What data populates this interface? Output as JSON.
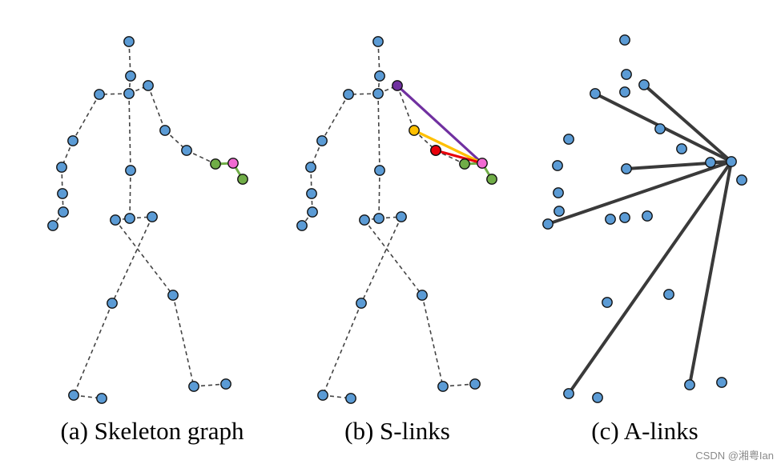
{
  "captions": {
    "a": "(a) Skeleton graph",
    "b": "(b) S-links",
    "c": "(c) A-links"
  },
  "watermark": "CSDN @湘粤Ian",
  "colors": {
    "joint_default": "#5b9bd5",
    "joint_focus": "#f06ad2",
    "joint_neighbor": "#70ad47",
    "slink_order2": "#e8000b",
    "slink_order3": "#ffc000",
    "slink_order4": "#7030a0",
    "alink": "#3a3a3a",
    "bone": "#444444"
  }
}
